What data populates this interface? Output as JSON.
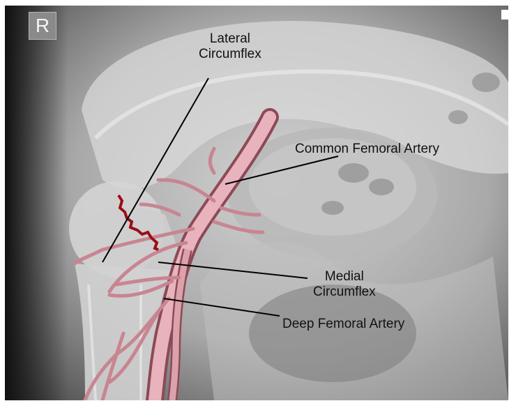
{
  "image": {
    "orientation_marker": "R",
    "labels": {
      "lateral_circumflex": [
        "Lateral",
        "Circumflex"
      ],
      "common_femoral_artery": "Common Femoral Artery",
      "medial_circumflex": [
        "Medial",
        "Circumflex"
      ],
      "deep_femoral_artery": "Deep Femoral Artery"
    }
  },
  "colors": {
    "artery": "#d9a0aa",
    "highlight": "#9b0d16",
    "label_text": "#111111",
    "leader_line": "#000000"
  }
}
